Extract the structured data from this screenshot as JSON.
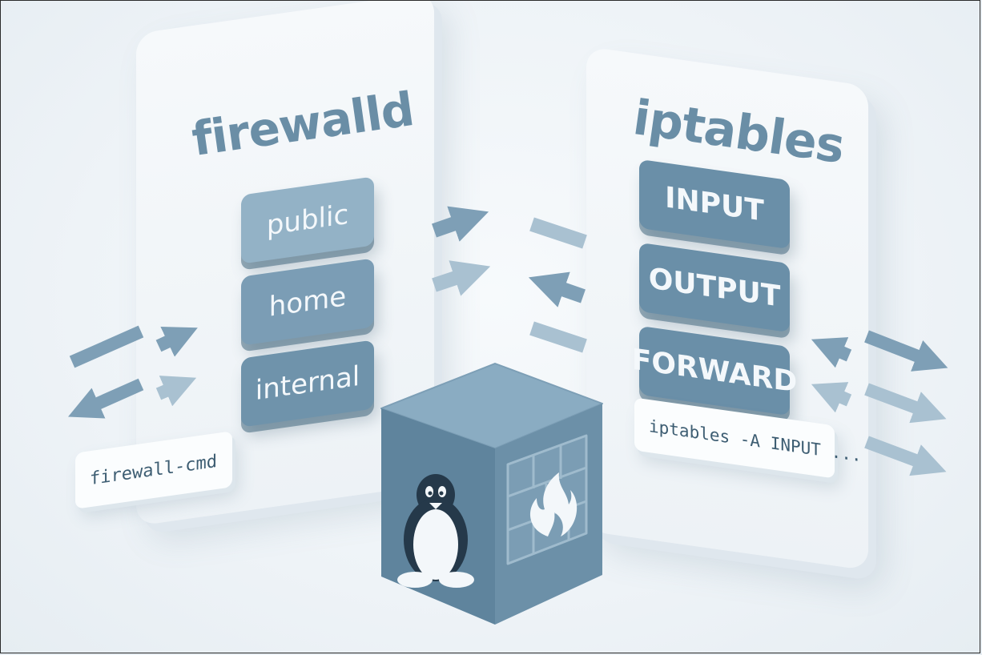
{
  "left_panel": {
    "title": "firewalld",
    "zones": [
      "public",
      "home",
      "internal"
    ],
    "command": "firewall-cmd"
  },
  "right_panel": {
    "title": "iptables",
    "chains": [
      "INPUT",
      "OUTPUT",
      "FORWARD"
    ],
    "command": "iptables -A INPUT ..."
  },
  "center": {
    "icons": [
      "linux-penguin-icon",
      "firewall-flame-icon"
    ]
  },
  "colors": {
    "accent": "#6a8fa8",
    "light_accent": "#93b2c6",
    "title": "#6a8ea6",
    "background": "#eef3f7"
  }
}
